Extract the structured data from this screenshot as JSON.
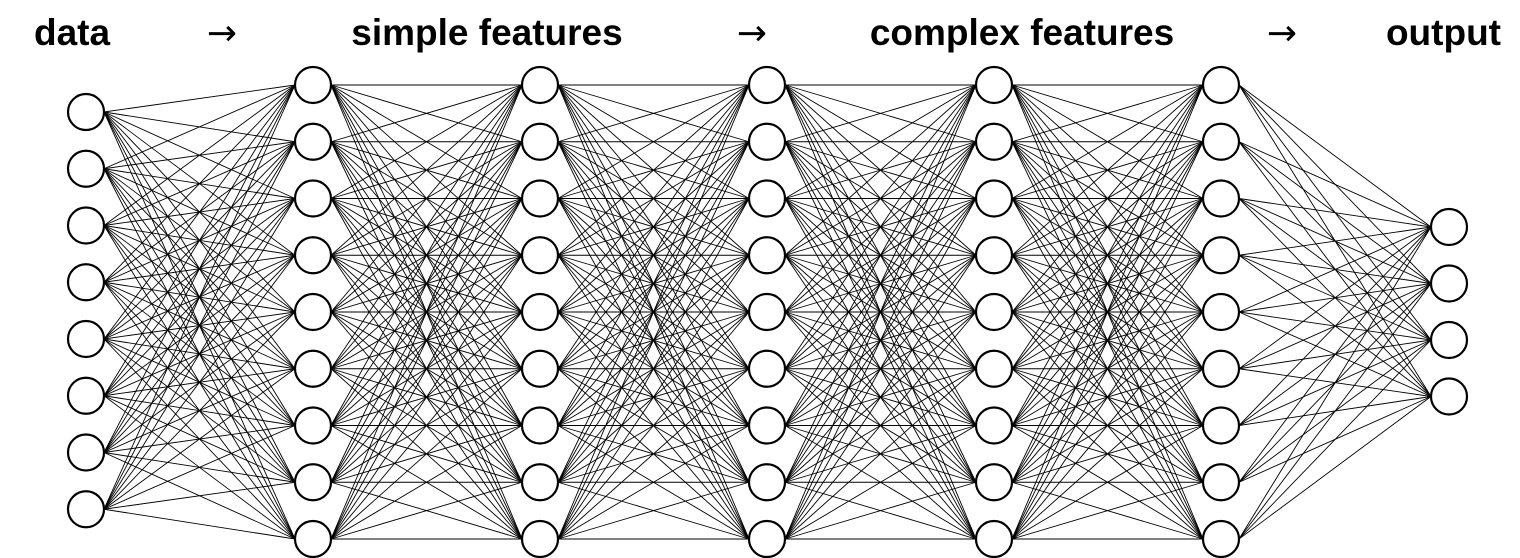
{
  "labels": {
    "data": "data",
    "simple": "simple features",
    "complex": "complex features",
    "output": "output"
  },
  "arrow_glyph": "→",
  "network": {
    "layer_sizes": [
      8,
      9,
      9,
      9,
      9,
      9,
      4
    ],
    "connectivity": "fully-connected",
    "stroke_color": "#000000",
    "node_fill": "#ffffff"
  }
}
